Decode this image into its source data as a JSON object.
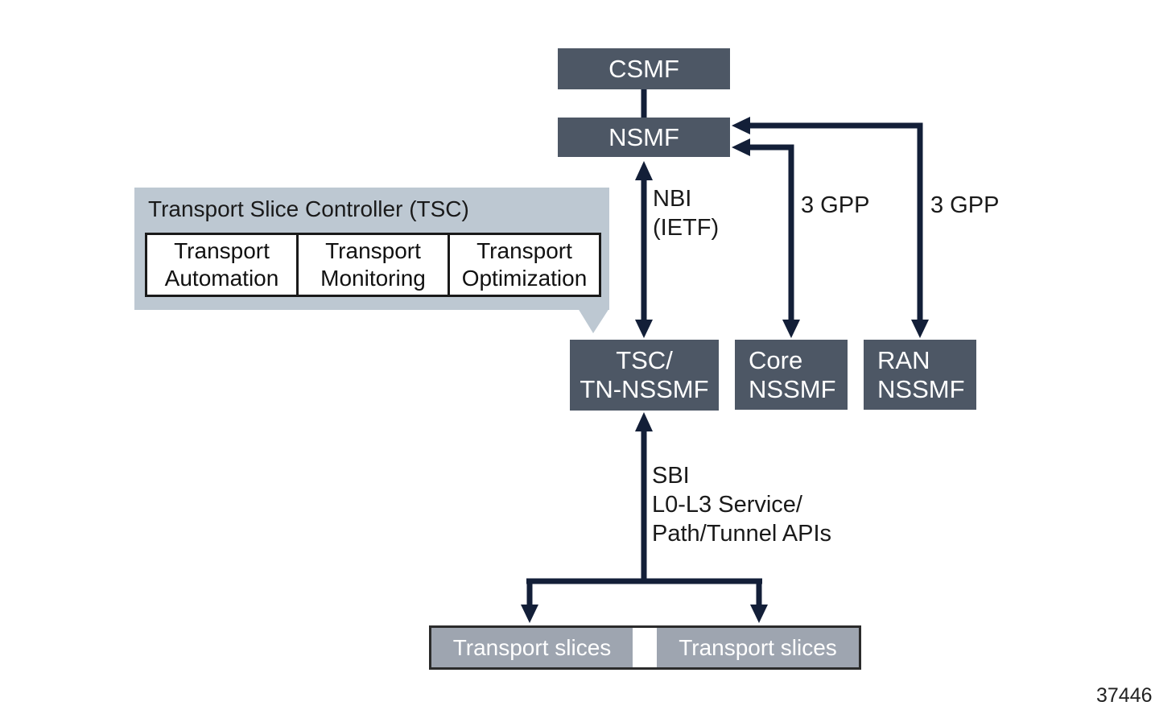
{
  "palette": {
    "node_fill": "#4D5765",
    "node_text": "#FFFFFF",
    "arrow_color": "#131F38",
    "callout_fill": "#BDC8D2",
    "module_border": "#1A1A1A",
    "slices_fill": "#9EA5B0",
    "slices_border": "#2B2B2B",
    "label_text": "#1A1A1A"
  },
  "nodes": {
    "csmf": {
      "label": "CSMF"
    },
    "nsmf": {
      "label": "NSMF"
    },
    "tsc_tn_nssmf": {
      "line1": "TSC/",
      "line2": "TN-NSSMF"
    },
    "core_nssmf": {
      "line1": "Core",
      "line2": "NSSMF"
    },
    "ran_nssmf": {
      "line1": "RAN",
      "line2": "NSSMF"
    }
  },
  "callout": {
    "title": "Transport Slice Controller (TSC)",
    "modules": [
      {
        "line1": "Transport",
        "line2": "Automation"
      },
      {
        "line1": "Transport",
        "line2": "Monitoring"
      },
      {
        "line1": "Transport",
        "line2": "Optimization"
      }
    ]
  },
  "edges": {
    "nbi": {
      "line1": "NBI",
      "line2": "(IETF)"
    },
    "gpp_core": {
      "label": "3 GPP"
    },
    "gpp_ran": {
      "label": "3 GPP"
    },
    "sbi": {
      "line1": "SBI",
      "line2": "L0-L3 Service/",
      "line3": "Path/Tunnel APIs"
    }
  },
  "transport_slices": {
    "left_label": "Transport slices",
    "right_label": "Transport slices"
  },
  "figure_number": "37446"
}
